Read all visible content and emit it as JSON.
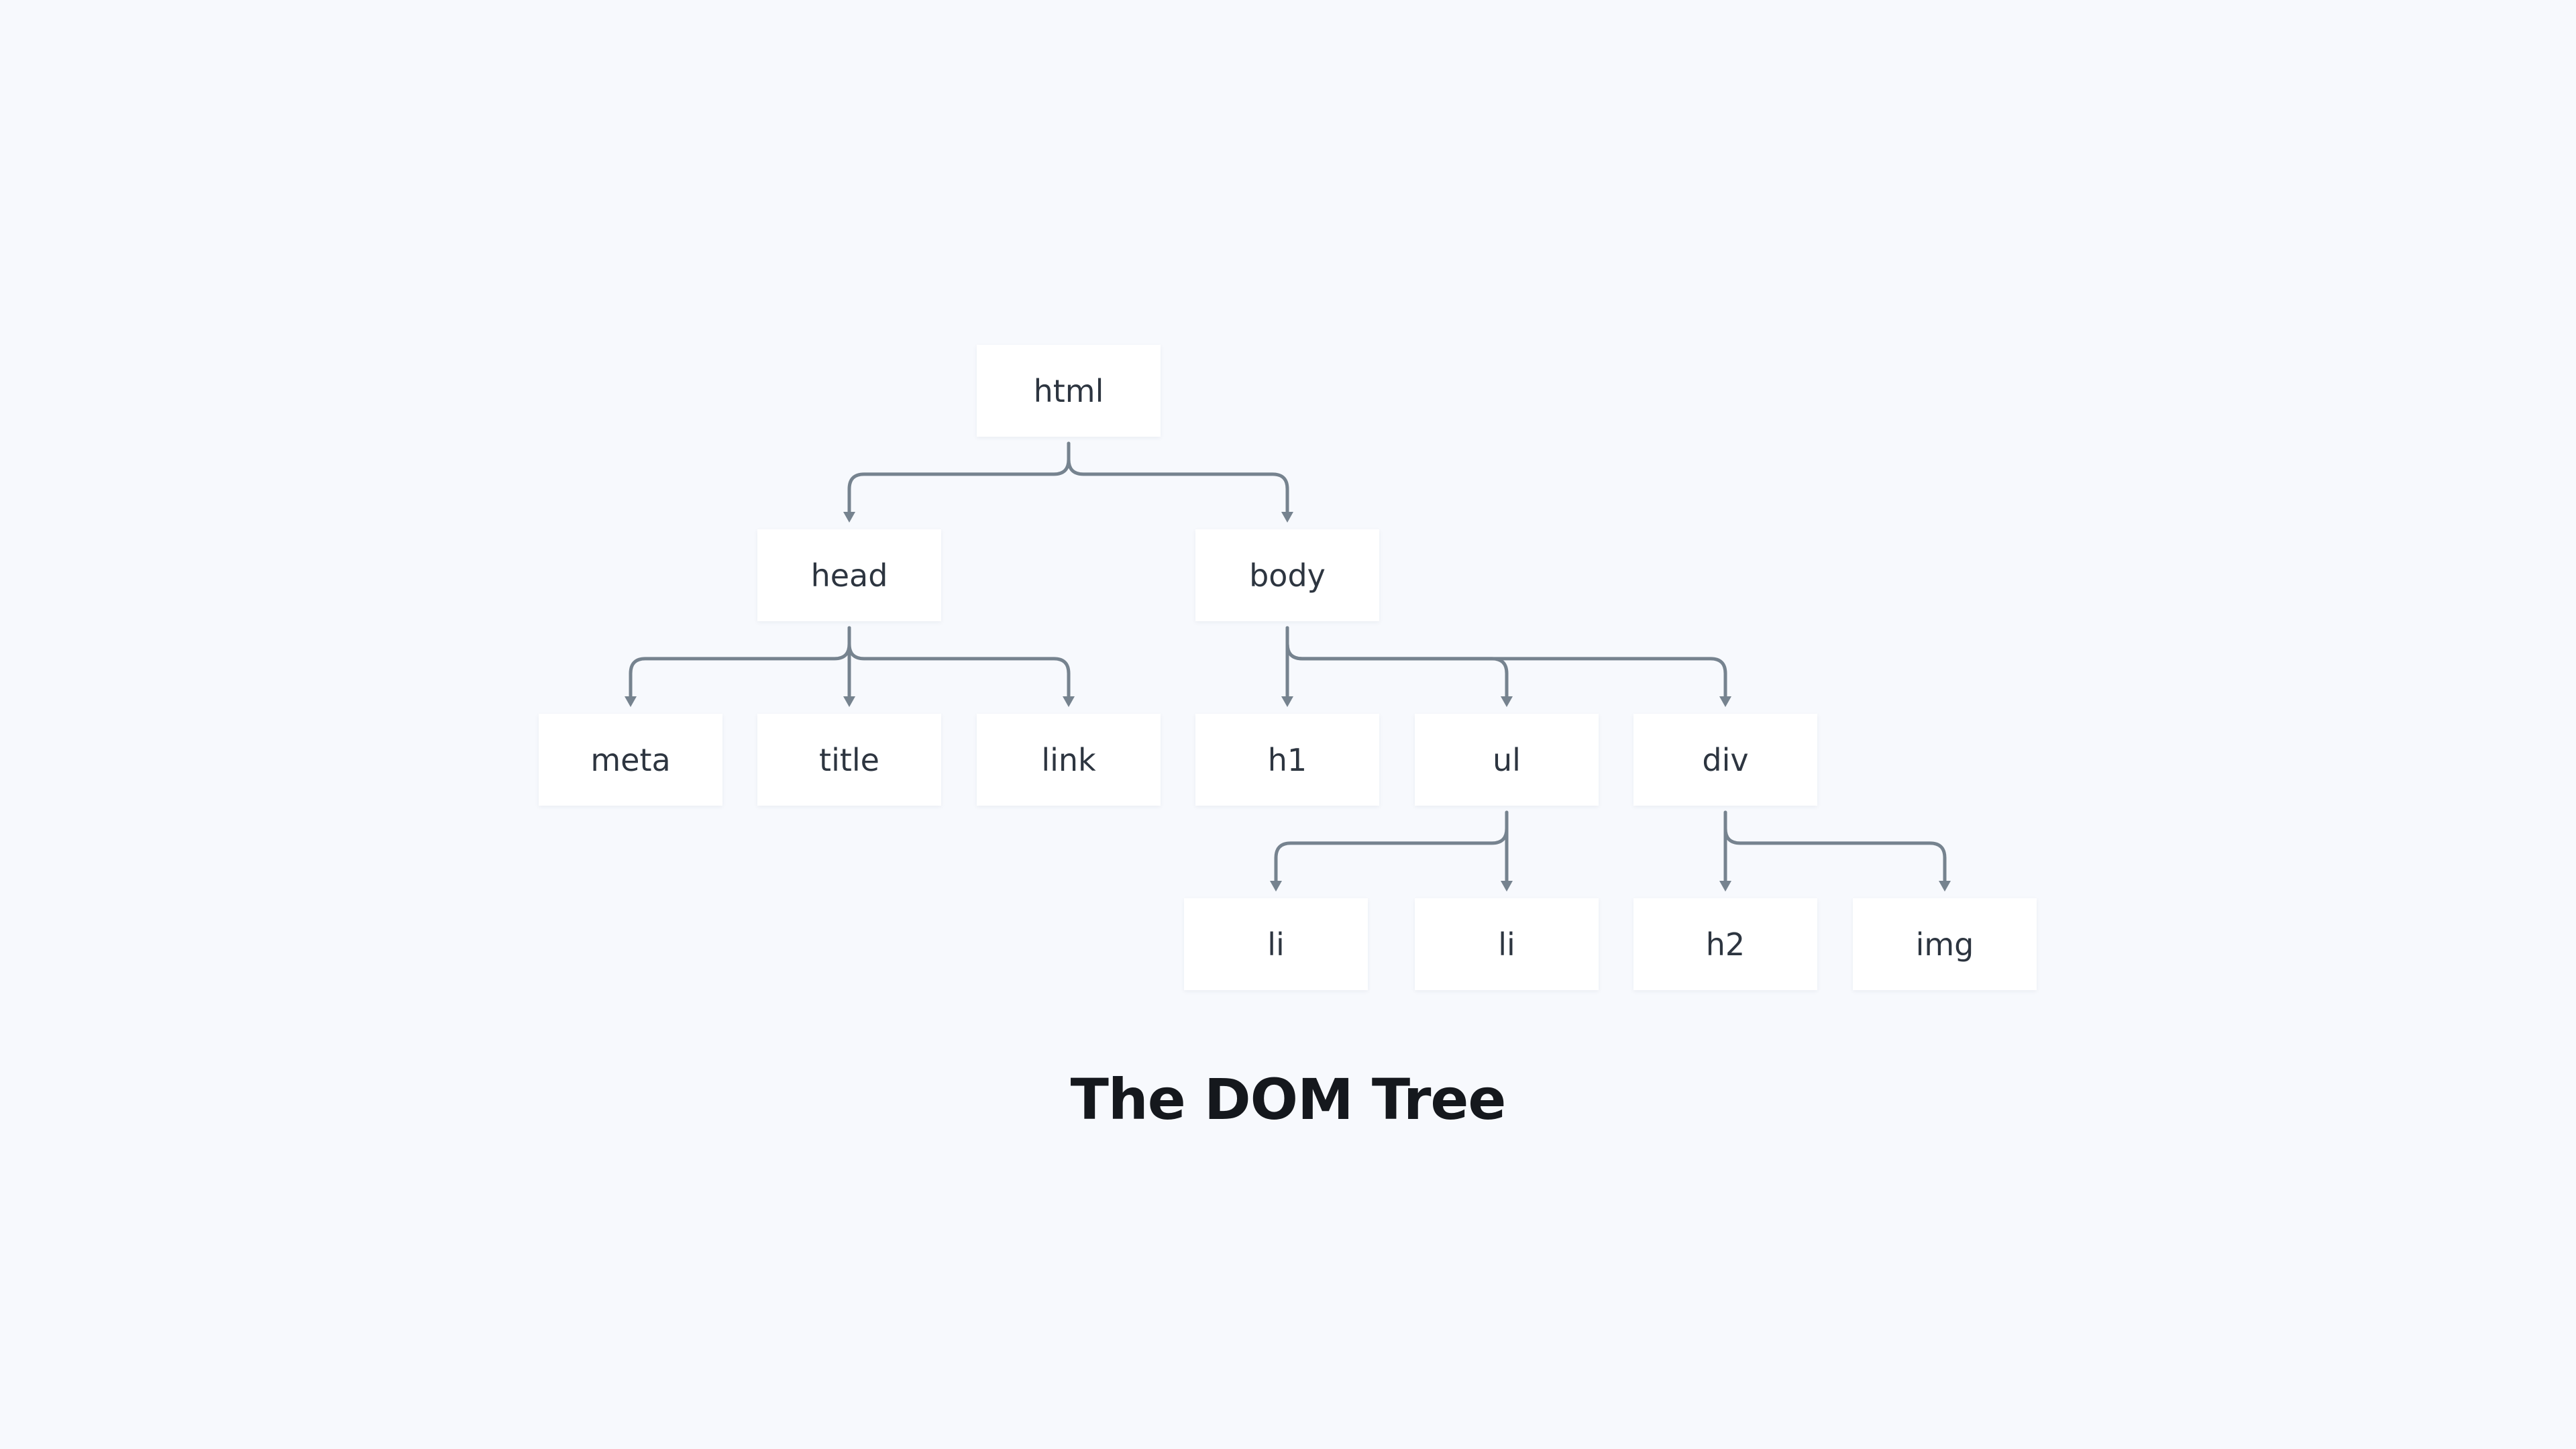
{
  "title": "The DOM Tree",
  "colors": {
    "background": "#f7f9fd",
    "node_fill": "#ffffff",
    "node_text": "#2d3540",
    "edge": "#76838f",
    "title_text": "#15181d"
  },
  "nodes": [
    {
      "id": "html",
      "label": "html",
      "parent": null
    },
    {
      "id": "head",
      "label": "head",
      "parent": "html"
    },
    {
      "id": "body",
      "label": "body",
      "parent": "html"
    },
    {
      "id": "meta",
      "label": "meta",
      "parent": "head"
    },
    {
      "id": "title",
      "label": "title",
      "parent": "head"
    },
    {
      "id": "link",
      "label": "link",
      "parent": "head"
    },
    {
      "id": "h1",
      "label": "h1",
      "parent": "body"
    },
    {
      "id": "ul",
      "label": "ul",
      "parent": "body"
    },
    {
      "id": "div",
      "label": "div",
      "parent": "body"
    },
    {
      "id": "li1",
      "label": "li",
      "parent": "ul"
    },
    {
      "id": "li2",
      "label": "li",
      "parent": "ul"
    },
    {
      "id": "h2",
      "label": "h2",
      "parent": "div"
    },
    {
      "id": "img",
      "label": "img",
      "parent": "div"
    }
  ]
}
